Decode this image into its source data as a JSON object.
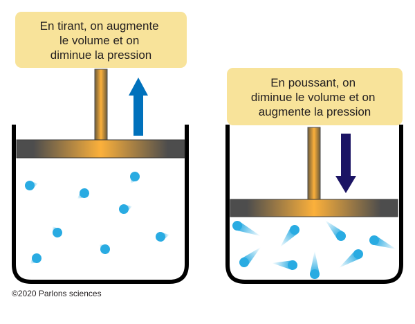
{
  "left_panel": {
    "caption_lines": [
      "En tirant, on augmente",
      "le volume et on",
      "diminue la pression"
    ],
    "arrow_color": "#0071bc",
    "arrow_direction": "up"
  },
  "right_panel": {
    "caption_lines": [
      "En poussant, on",
      "diminue le volume et on",
      "augmente la pression"
    ],
    "arrow_color": "#1b1464",
    "arrow_direction": "down"
  },
  "colors": {
    "caption_bg": "#f8e39a",
    "particle": "#29abe2",
    "piston_dark": "#4d4d4d",
    "piston_light": "#fbb03b"
  },
  "copyright": "©2020 Parlons sciences"
}
